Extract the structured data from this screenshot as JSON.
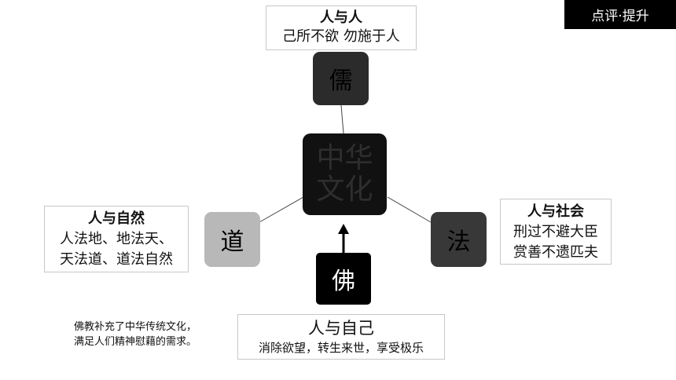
{
  "badge": {
    "text": "点评·提升"
  },
  "center": {
    "text": "中华文化",
    "line1": "中华",
    "line2": "文化"
  },
  "nodes": {
    "ru": {
      "text": "儒"
    },
    "dao": {
      "text": "道"
    },
    "fa": {
      "text": "法"
    },
    "fo": {
      "text": "佛"
    }
  },
  "labels": {
    "ru": {
      "title": "人与人",
      "line1": "己所不欲 勿施于人"
    },
    "dao": {
      "title": "人与自然",
      "line1": "人法地、地法天、",
      "line2": "天法道、道法自然"
    },
    "fa": {
      "title": "人与社会",
      "line1": "刑过不避大臣",
      "line2": "赏善不遗匹夫"
    },
    "fo": {
      "title": "人与自己",
      "line1": "消除欲望，转生来世，享受极乐"
    }
  },
  "note": {
    "line1": "佛教补充了中华传统文化，",
    "line2": "满足人们精神慰藉的需求。"
  },
  "colors": {
    "center_fill": "#111111",
    "center_text": "#2a2a2a",
    "ru_fill": "#2b2b2b",
    "dao_fill": "#b8b8b8",
    "fa_fill": "#383838",
    "fo_fill": "#000000"
  }
}
